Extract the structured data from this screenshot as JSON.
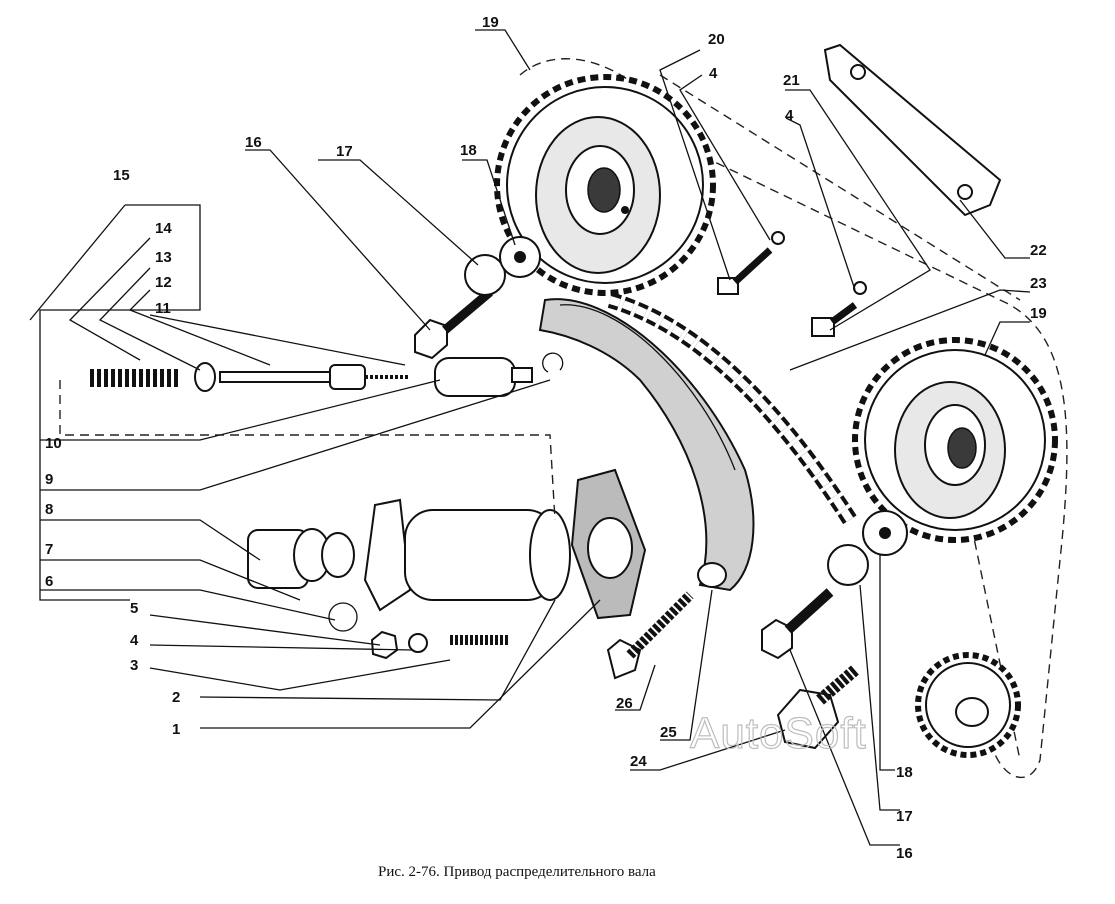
{
  "caption": "Рис. 2-76. Привод распределительного вала",
  "watermark": "AutoSoft",
  "callouts": [
    {
      "id": "c19a",
      "text": "19"
    },
    {
      "id": "c20",
      "text": "20"
    },
    {
      "id": "c4a",
      "text": "4"
    },
    {
      "id": "c21",
      "text": "21"
    },
    {
      "id": "c4b",
      "text": "4"
    },
    {
      "id": "c16a",
      "text": "16"
    },
    {
      "id": "c17a",
      "text": "17"
    },
    {
      "id": "c18a",
      "text": "18"
    },
    {
      "id": "c15",
      "text": "15"
    },
    {
      "id": "c14",
      "text": "14"
    },
    {
      "id": "c13",
      "text": "13"
    },
    {
      "id": "c12",
      "text": "12"
    },
    {
      "id": "c11",
      "text": "11"
    },
    {
      "id": "c22",
      "text": "22"
    },
    {
      "id": "c23",
      "text": "23"
    },
    {
      "id": "c19b",
      "text": "19"
    },
    {
      "id": "c10",
      "text": "10"
    },
    {
      "id": "c9",
      "text": "9"
    },
    {
      "id": "c8",
      "text": "8"
    },
    {
      "id": "c7",
      "text": "7"
    },
    {
      "id": "c6",
      "text": "6"
    },
    {
      "id": "c5",
      "text": "5"
    },
    {
      "id": "c4c",
      "text": "4"
    },
    {
      "id": "c3",
      "text": "3"
    },
    {
      "id": "c2",
      "text": "2"
    },
    {
      "id": "c1",
      "text": "1"
    },
    {
      "id": "c26",
      "text": "26"
    },
    {
      "id": "c25",
      "text": "25"
    },
    {
      "id": "c24",
      "text": "24"
    },
    {
      "id": "c18b",
      "text": "18"
    },
    {
      "id": "c17b",
      "text": "17"
    },
    {
      "id": "c16b",
      "text": "16"
    }
  ]
}
